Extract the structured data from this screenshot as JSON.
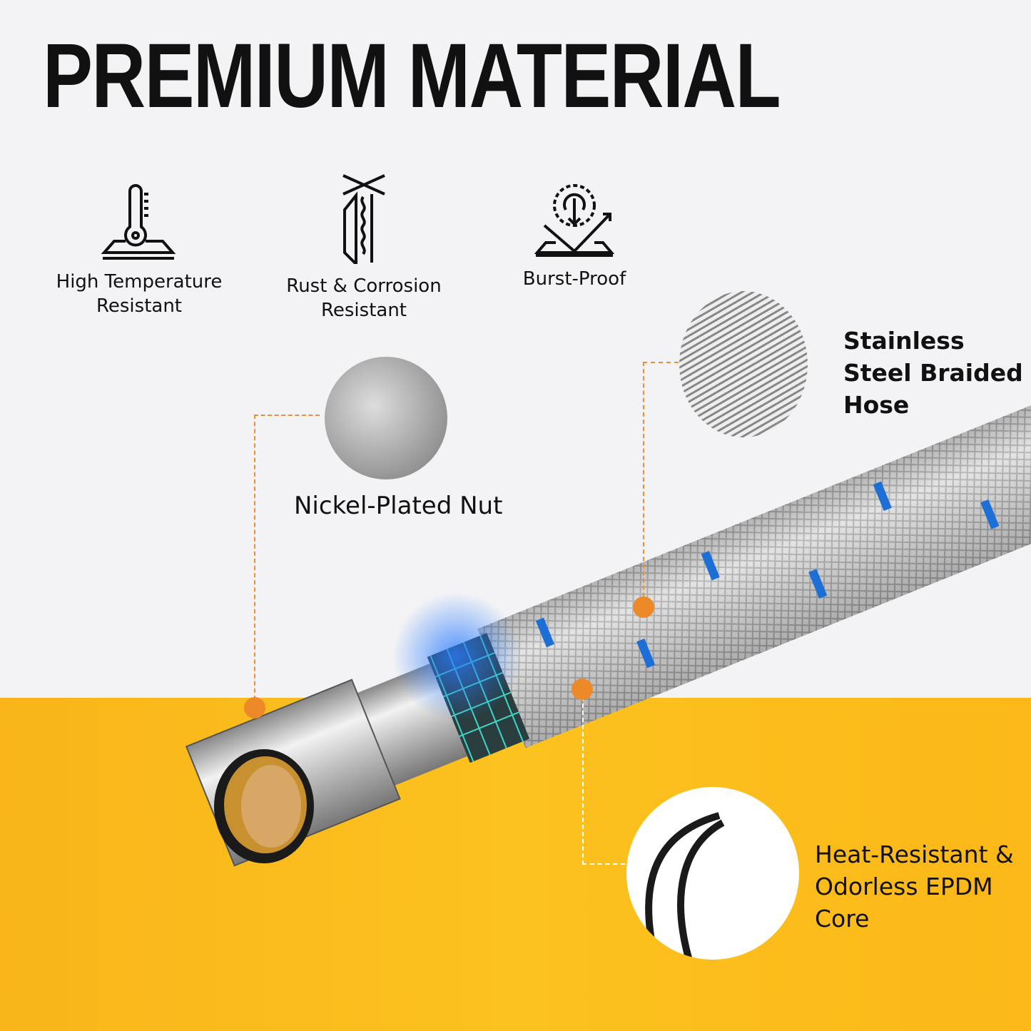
{
  "title": "PREMIUM MATERIAL",
  "features": [
    {
      "icon": "thermometer-icon",
      "label_line1": "High Temperature",
      "label_line2": "Resistant"
    },
    {
      "icon": "corrosion-icon",
      "label_line1": "Rust & Corrosion",
      "label_line2": "Resistant"
    },
    {
      "icon": "burst-proof-icon",
      "label_line1": "Burst-Proof",
      "label_line2": ""
    }
  ],
  "callouts": {
    "nut": "Nickel-Plated Nut",
    "braid_line1": "Stainless",
    "braid_line2": "Steel Braided",
    "braid_line3": "Hose",
    "core_line1": "Heat-Resistant &",
    "core_line2": "Odorless EPDM",
    "core_line3": "Core"
  },
  "colors": {
    "accent": "#ec8a2a",
    "yellow": "#fcc21f",
    "blue": "#1d6fd6"
  }
}
